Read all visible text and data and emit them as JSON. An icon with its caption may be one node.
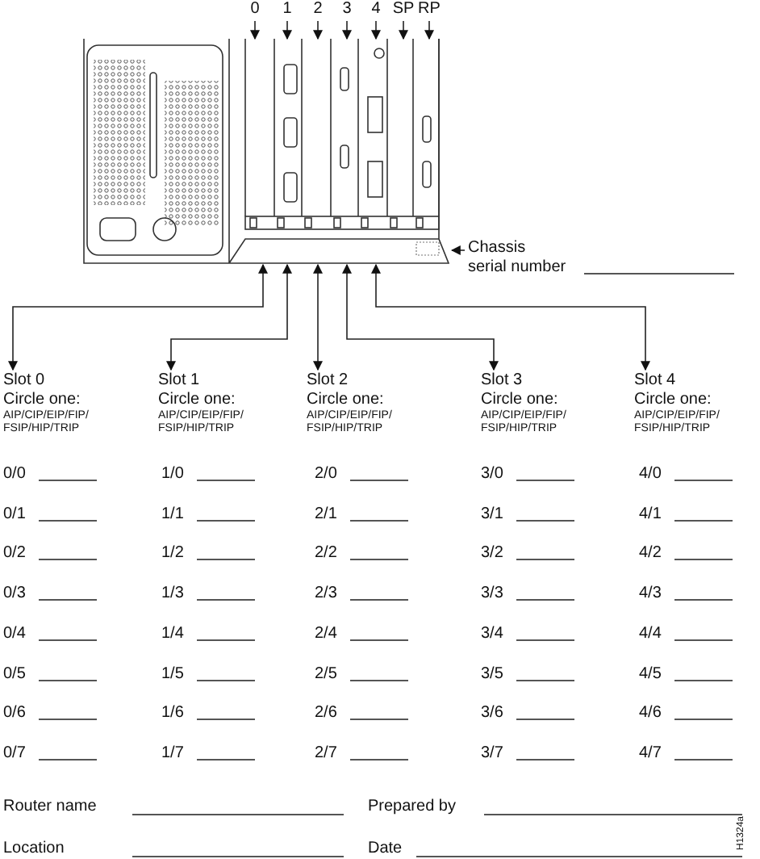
{
  "diagram": {
    "nodes": [
      {
        "text": [],
        "shape": "picture"
      },
      {
        "text": [
          "0"
        ]
      },
      {
        "text": [
          "1"
        ]
      },
      {
        "text": [
          "2"
        ]
      },
      {
        "text": [
          "3"
        ]
      },
      {
        "text": [
          "4"
        ]
      },
      {
        "text": [
          "SP"
        ]
      },
      {
        "text": [
          "RP"
        ]
      },
      {
        "text": [
          "Chassis serial number"
        ]
      },
      {
        "text": [
          "Slot 0",
          "Circle one:",
          "AIP/CIP/EIP/FIP/ FSIP/HIP/TRIP"
        ]
      },
      {
        "text": [
          "Slot 1",
          "Circle one:",
          "AIP/CIP/EIP/FIP/ FSIP/HIP/TRIP"
        ]
      },
      {
        "text": [
          "Slot 2",
          "Circle one:",
          "AIP/CIP/EIP/FIP/ FSIP/HIP/TRIP"
        ]
      },
      {
        "text": [
          "Slot 3",
          "Circle one:",
          "AIP/CIP/EIP/FIP/ FSIP/HIP/TRIP"
        ]
      },
      {
        "text": [
          "Slot 4",
          "Circle one:",
          "AIP/CIP/EIP/FIP/ FSIP/HIP/TRIP"
        ]
      }
    ],
    "edges": [
      {
        "from": 1,
        "to": 0,
        "arrow": "to"
      },
      {
        "from": 2,
        "to": 0,
        "arrow": "to"
      },
      {
        "from": 3,
        "to": 0,
        "arrow": "to"
      },
      {
        "from": 4,
        "to": 0,
        "arrow": "to"
      },
      {
        "from": 5,
        "to": 0,
        "arrow": "to"
      },
      {
        "from": 6,
        "to": 0,
        "arrow": "to"
      },
      {
        "from": 7,
        "to": 0,
        "arrow": "to"
      },
      {
        "from": 8,
        "to": 0,
        "arrow": "to"
      },
      {
        "from": 0,
        "to": 9,
        "arrow": "both"
      },
      {
        "from": 0,
        "to": 10,
        "arrow": "both"
      },
      {
        "from": 0,
        "to": 11,
        "arrow": "both"
      },
      {
        "from": 0,
        "to": 12,
        "arrow": "both"
      },
      {
        "from": 0,
        "to": 13,
        "arrow": "both"
      }
    ],
    "labels": [
      "0/0",
      "1/0",
      "2/0",
      "3/0",
      "4/0",
      "0/1",
      "1/1",
      "2/1",
      "3/1",
      "4/1",
      "0/2",
      "1/2",
      "2/2",
      "3/2",
      "4/2",
      "0/3",
      "1/3",
      "2/3",
      "3/3",
      "4/3",
      "0/4",
      "1/4",
      "2/4",
      "3/4",
      "4/4",
      "0/5",
      "1/5",
      "2/5",
      "3/5",
      "4/5",
      "0/6",
      "1/6",
      "2/6",
      "3/6",
      "4/6",
      "0/7",
      "1/7",
      "2/7",
      "3/7",
      "4/7",
      "Router name",
      "Prepared by",
      "Location",
      "Date",
      "H1324a"
    ]
  }
}
